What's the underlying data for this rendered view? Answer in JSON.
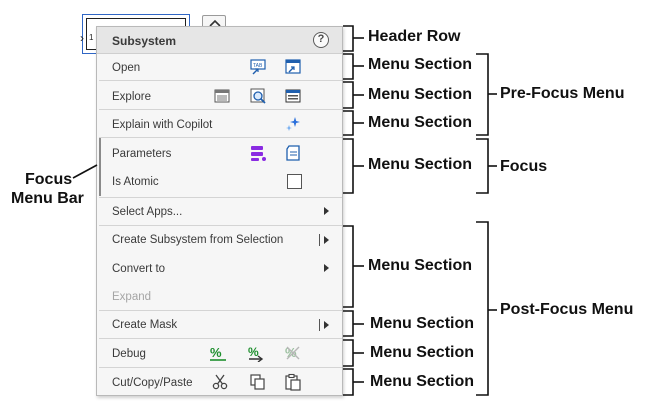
{
  "block": {
    "port_marker": "›",
    "port_number": "1"
  },
  "menu": {
    "title": "Subsystem",
    "help_glyph": "?",
    "items": [
      {
        "label": "Open"
      },
      {
        "label": "Explore"
      },
      {
        "label": "Explain with Copilot"
      },
      {
        "label": "Parameters"
      },
      {
        "label": "Is Atomic"
      },
      {
        "label": "Select Apps..."
      },
      {
        "label": "Create Subsystem from Selection"
      },
      {
        "label": "Convert to"
      },
      {
        "label": "Expand"
      },
      {
        "label": "Create Mask"
      },
      {
        "label": "Debug"
      },
      {
        "label": "Cut/Copy/Paste"
      }
    ]
  },
  "annotations": {
    "header_row": "Header Row",
    "menu_section_1": "Menu Section",
    "menu_section_2": "Menu Section",
    "menu_section_3": "Menu Section",
    "menu_section_4": "Menu Section",
    "menu_section_5": "Menu Section",
    "menu_section_6": "Menu Section",
    "menu_section_7": "Menu Section",
    "menu_section_8": "Menu Section",
    "pre_focus_menu": "Pre-Focus Menu",
    "focus": "Focus",
    "post_focus_menu": "Post-Focus Menu",
    "focus_menu_bar_line1": "Focus",
    "focus_menu_bar_line2": "Menu Bar"
  },
  "colors": {
    "accent_purple": "#8a2be2",
    "accent_blue": "#1f5fae",
    "accent_green": "#1e8f2e",
    "selection_blue": "#2f66c5"
  }
}
